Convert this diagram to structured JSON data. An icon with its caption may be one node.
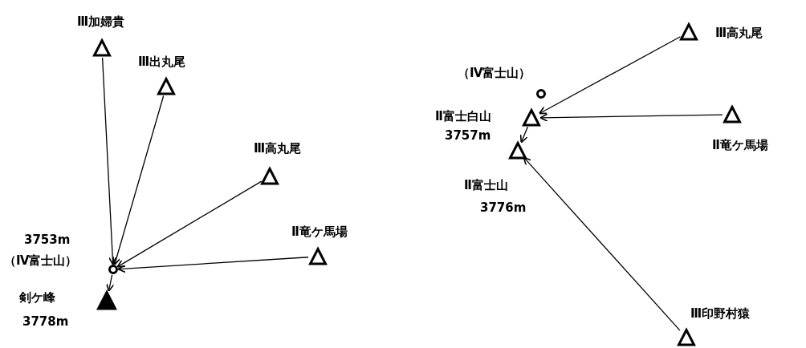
{
  "diagram": {
    "nodes": [
      {
        "text": [],
        "shape": "triangle",
        "beside": [
          "Ⅲ加婦貴"
        ]
      },
      {
        "text": [],
        "shape": "triangle",
        "beside": [
          "Ⅲ出丸尾"
        ]
      },
      {
        "text": [],
        "shape": "triangle",
        "beside": [
          "Ⅲ高丸尾"
        ]
      },
      {
        "text": [],
        "shape": "triangle",
        "beside": [
          "Ⅱ竜ケ馬場"
        ]
      },
      {
        "text": [],
        "shape": "circle",
        "beside": [
          "3753m",
          "（Ⅳ富士山）"
        ]
      },
      {
        "text": [],
        "shape": "filled-triangle",
        "beside": [
          "剣ケ峰",
          "3778m"
        ]
      },
      {
        "text": [],
        "shape": "circle",
        "beside": [
          "（Ⅳ富士山）"
        ]
      },
      {
        "text": [],
        "shape": "triangle",
        "beside": [
          "Ⅱ富士白山",
          "3757m"
        ]
      },
      {
        "text": [],
        "shape": "triangle",
        "beside": [
          "Ⅲ高丸尾"
        ]
      },
      {
        "text": [],
        "shape": "triangle",
        "beside": [
          "Ⅱ竜ケ馬場"
        ]
      },
      {
        "text": [],
        "shape": "triangle",
        "beside": [
          "Ⅱ富士山",
          "3776m"
        ]
      },
      {
        "text": [],
        "shape": "triangle",
        "beside": [
          "Ⅲ印野村猿"
        ]
      }
    ],
    "edges": [
      {
        "from": 0,
        "to": 4,
        "arrow": "to"
      },
      {
        "from": 1,
        "to": 4,
        "arrow": "to"
      },
      {
        "from": 2,
        "to": 4,
        "arrow": "to"
      },
      {
        "from": 3,
        "to": 4,
        "arrow": "to"
      },
      {
        "from": 4,
        "to": 5,
        "arrow": "to"
      },
      {
        "from": 8,
        "to": 7,
        "arrow": "to"
      },
      {
        "from": 9,
        "to": 7,
        "arrow": "to"
      },
      {
        "from": 7,
        "to": 10,
        "arrow": "to"
      },
      {
        "from": 11,
        "to": 10,
        "arrow": "to"
      }
    ]
  }
}
